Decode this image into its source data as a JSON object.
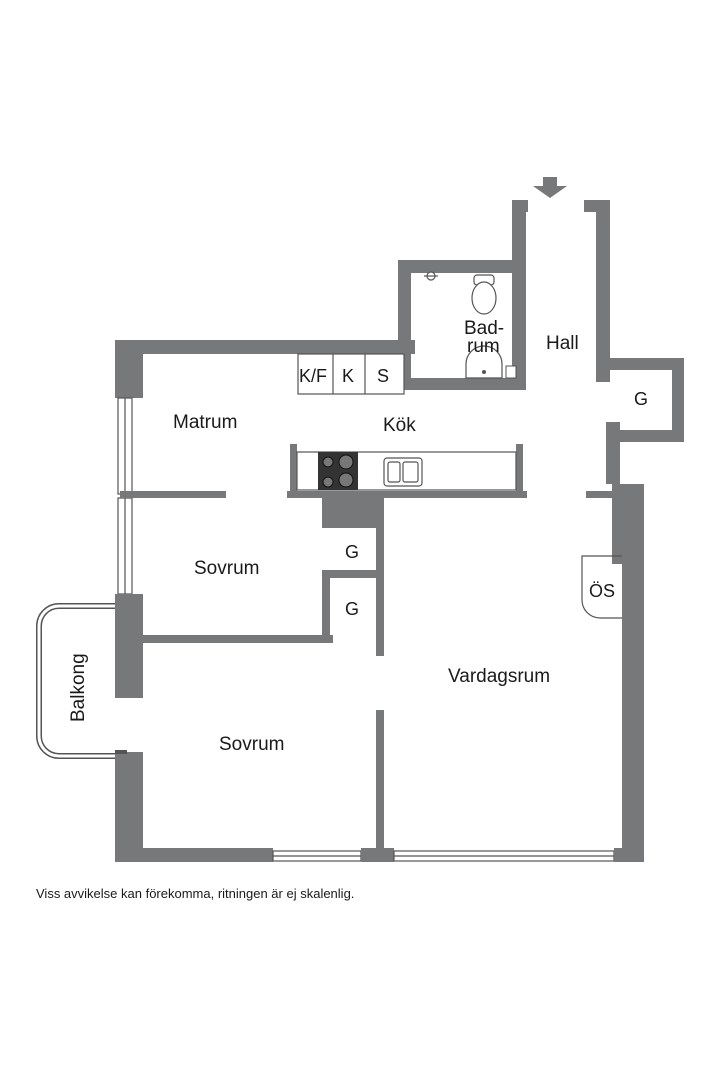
{
  "rooms": {
    "matrum": "Matrum",
    "kok": "Kök",
    "hall": "Hall",
    "badrum_line1": "Bad-",
    "badrum_line2": "rum",
    "sovrum_1": "Sovrum",
    "sovrum_2": "Sovrum",
    "vardagsrum": "Vardagsrum",
    "balkong": "Balkong"
  },
  "fixtures": {
    "kf": "K/F",
    "k": "K",
    "s": "S",
    "g_hall": "G",
    "g_upper": "G",
    "g_lower": "G",
    "os": "ÖS"
  },
  "disclaimer": "Viss avvikelse kan förekomma, ritningen är ej skalenlig."
}
